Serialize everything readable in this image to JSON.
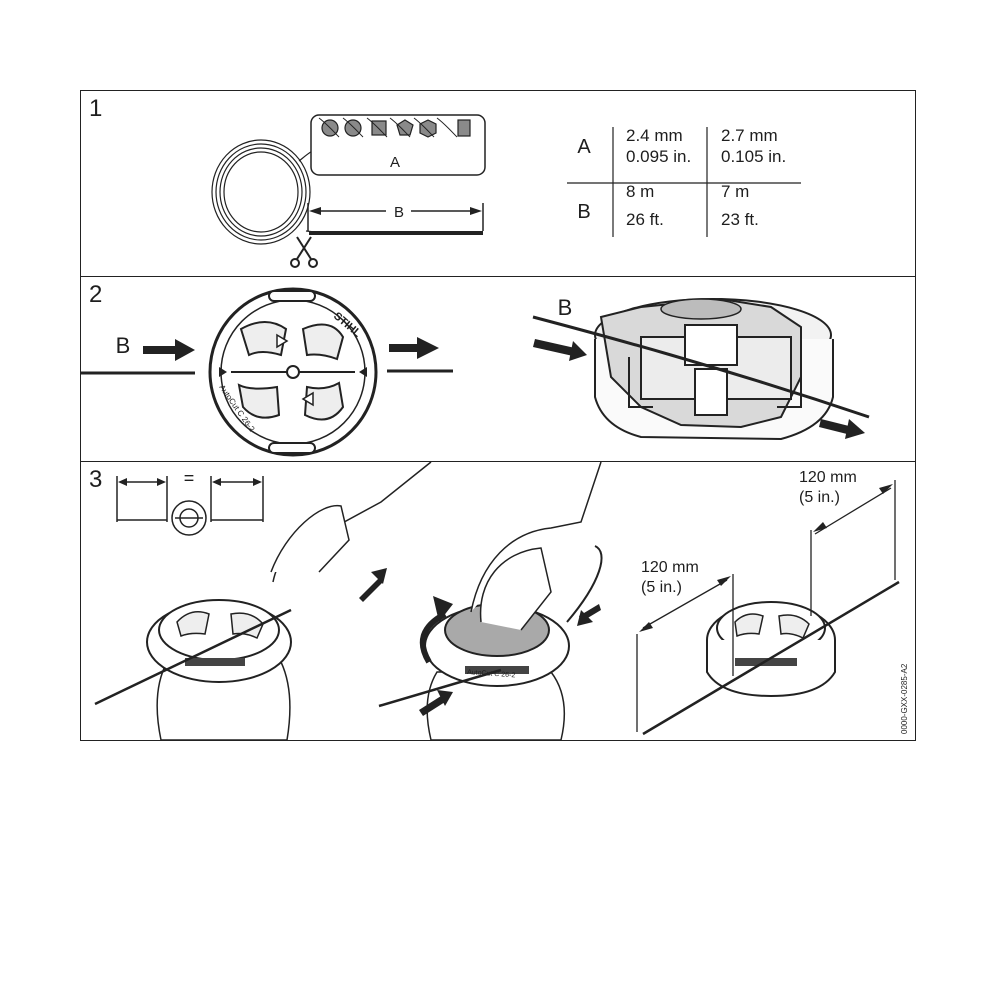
{
  "step1": {
    "number": "1",
    "label_a": "A",
    "label_b": "B",
    "table": {
      "rows": [
        {
          "key": "A",
          "col1": [
            "2.4 mm",
            "0.095 in."
          ],
          "col2": [
            "2.7 mm",
            "0.105 in."
          ]
        },
        {
          "key": "B",
          "col1": [
            "8 m",
            "26 ft."
          ],
          "col2": [
            "7 m",
            "23 ft."
          ]
        }
      ]
    }
  },
  "step2": {
    "number": "2",
    "label_b_left": "B",
    "label_b_right": "B",
    "head_brand": "STIHL",
    "head_model": "AutoCut C 26-2"
  },
  "step3": {
    "number": "3",
    "equals_sign": "=",
    "head_model_middle": "AutoCut C 26-2",
    "measure_left": [
      "120 mm",
      "(5 in.)"
    ],
    "measure_right": [
      "120 mm",
      "(5 in.)"
    ],
    "doc_id": "0000-GXX-0285-A2"
  }
}
